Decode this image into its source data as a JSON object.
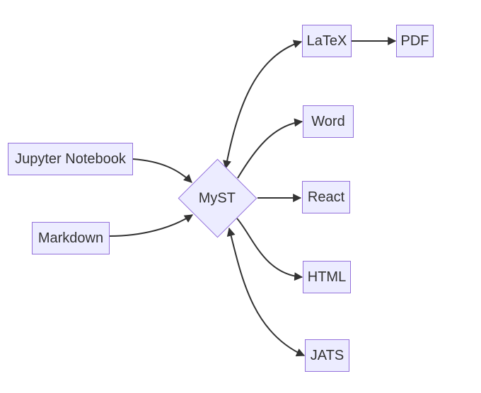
{
  "diagram": {
    "type": "flowchart",
    "direction": "left-to-right",
    "nodes": {
      "jupyter": {
        "label": "Jupyter Notebook",
        "shape": "rectangle"
      },
      "markdown": {
        "label": "Markdown",
        "shape": "rectangle"
      },
      "myst": {
        "label": "MyST",
        "shape": "diamond"
      },
      "latex": {
        "label": "LaTeX",
        "shape": "rectangle"
      },
      "pdf": {
        "label": "PDF",
        "shape": "rectangle"
      },
      "word": {
        "label": "Word",
        "shape": "rectangle"
      },
      "react": {
        "label": "React",
        "shape": "rectangle"
      },
      "html": {
        "label": "HTML",
        "shape": "rectangle"
      },
      "jats": {
        "label": "JATS",
        "shape": "rectangle"
      }
    },
    "edges": [
      {
        "from": "jupyter",
        "to": "myst",
        "arrow": "forward"
      },
      {
        "from": "markdown",
        "to": "myst",
        "arrow": "forward"
      },
      {
        "from": "myst",
        "to": "latex",
        "arrow": "both"
      },
      {
        "from": "latex",
        "to": "pdf",
        "arrow": "forward"
      },
      {
        "from": "myst",
        "to": "word",
        "arrow": "forward"
      },
      {
        "from": "myst",
        "to": "react",
        "arrow": "forward"
      },
      {
        "from": "myst",
        "to": "html",
        "arrow": "forward"
      },
      {
        "from": "myst",
        "to": "jats",
        "arrow": "both"
      }
    ],
    "colors": {
      "node_fill": "#ECECFF",
      "node_border": "#9370DB",
      "edge": "#333333",
      "text": "#333333",
      "background": "#FFFFFF"
    }
  }
}
